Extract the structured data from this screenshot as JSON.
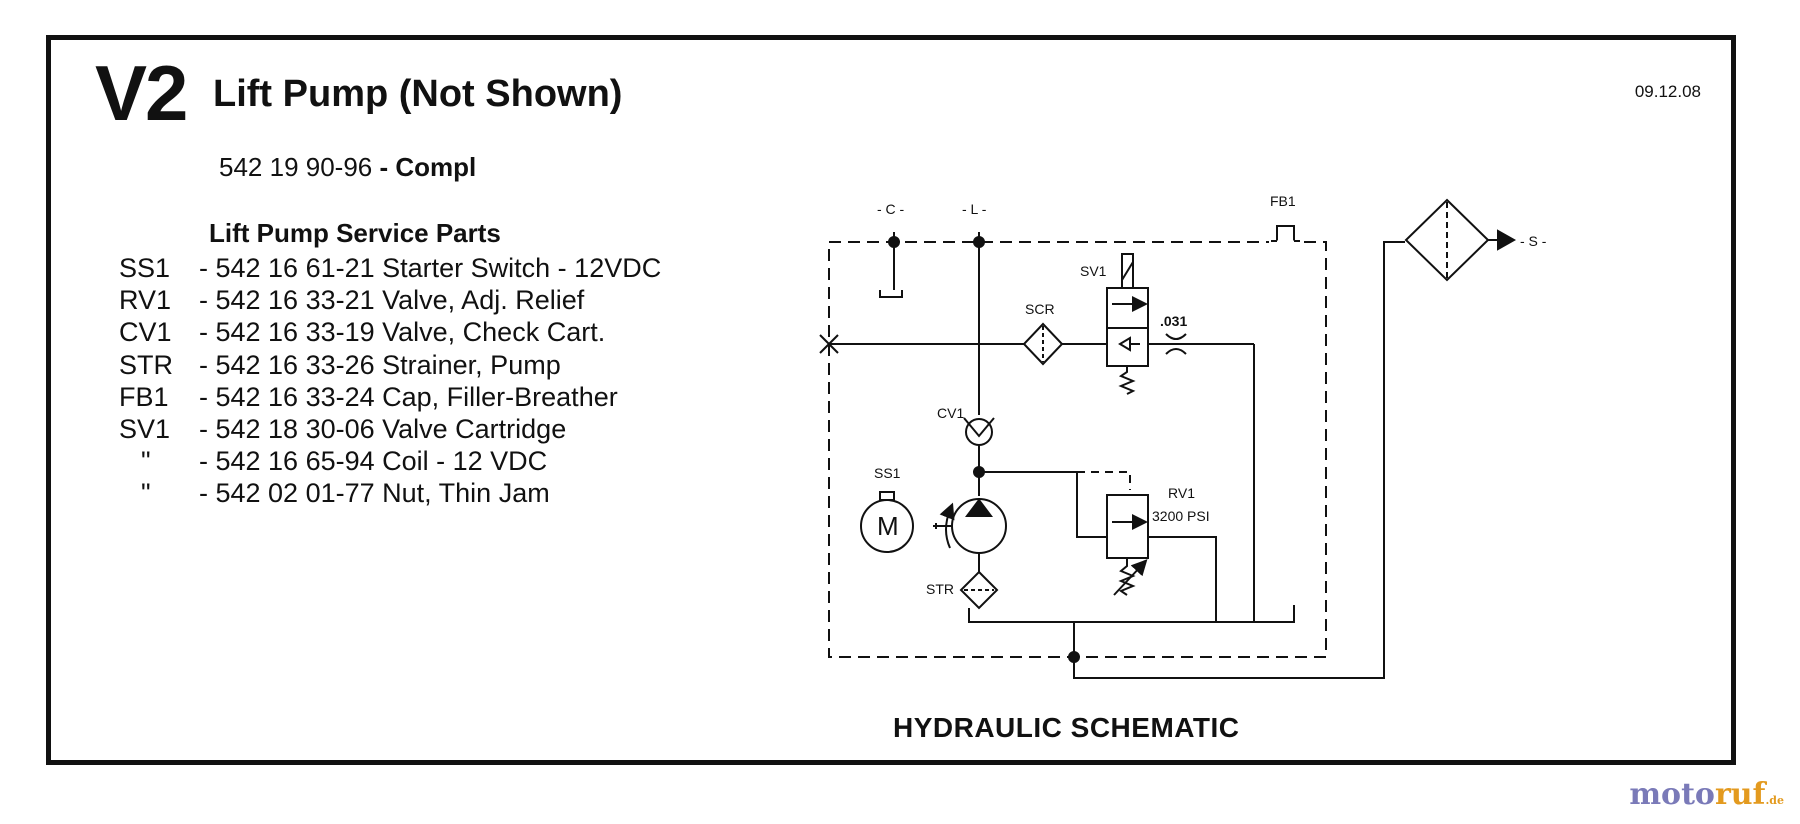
{
  "header": {
    "code": "V2",
    "title": "Lift Pump (Not Shown)",
    "part_number": "542 19 90-96",
    "part_suffix": "- Compl",
    "date": "09.12.08"
  },
  "service_parts": {
    "heading": "Lift Pump Service Parts",
    "items": [
      {
        "code": "SS1",
        "desc": "- 542 16 61-21 Starter Switch - 12VDC"
      },
      {
        "code": "RV1",
        "desc": "- 542 16 33-21 Valve, Adj. Relief"
      },
      {
        "code": "CV1",
        "desc": "- 542 16 33-19 Valve, Check Cart."
      },
      {
        "code": "STR",
        "desc": "- 542 16 33-26 Strainer, Pump"
      },
      {
        "code": "FB1",
        "desc": "- 542 16 33-24 Cap, Filler-Breather"
      },
      {
        "code": "SV1",
        "desc": "- 542 18 30-06 Valve Cartridge"
      },
      {
        "code": "\"",
        "desc": "- 542 16 65-94 Coil - 12 VDC"
      },
      {
        "code": "\"",
        "desc": "- 542 02 01-77 Nut, Thin Jam"
      }
    ]
  },
  "schematic": {
    "caption": "HYDRAULIC SCHEMATIC",
    "labels": {
      "port_c": "- C -",
      "port_l": "- L -",
      "port_s": "- S -",
      "fb1": "FB1",
      "sv1": "SV1",
      "scr": "SCR",
      "orifice": ".031",
      "cv1": "CV1",
      "ss1": "SS1",
      "rv1": "RV1",
      "rv1_pressure": "3200 PSI",
      "str": "STR",
      "motor": "M"
    }
  },
  "branding": {
    "logo_part1": "moto",
    "logo_part2": "ruf",
    "logo_part3": ".de",
    "accent_colors": [
      "#7a7ab8",
      "#e39a1f"
    ]
  }
}
